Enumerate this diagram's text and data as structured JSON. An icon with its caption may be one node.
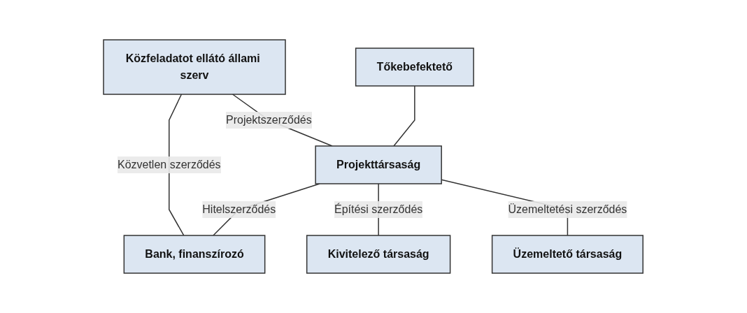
{
  "diagram": {
    "nodes": [
      {
        "text": [
          "Közfeladatot ellátó állami szerv"
        ]
      },
      {
        "text": [
          "Tőkebefektető"
        ]
      },
      {
        "text": [
          "Projekttársaság"
        ]
      },
      {
        "text": [
          "Bank, finanszírozó"
        ]
      },
      {
        "text": [
          "Kivitelező társaság"
        ]
      },
      {
        "text": [
          "Üzemeltető társaság"
        ]
      }
    ],
    "edges": [
      {
        "from": 0,
        "to": 2,
        "arrow": "none",
        "label": "Projektszerződés"
      },
      {
        "from": 0,
        "to": 3,
        "arrow": "none",
        "label": "Közvetlen szerződés"
      },
      {
        "from": 1,
        "to": 2,
        "arrow": "none"
      },
      {
        "from": 2,
        "to": 3,
        "arrow": "none",
        "label": "Hitelszerződés"
      },
      {
        "from": 2,
        "to": 4,
        "arrow": "none",
        "label": "Építési szerződés"
      },
      {
        "from": 2,
        "to": 5,
        "arrow": "none",
        "label": "Üzemeltetési szerződés"
      }
    ]
  }
}
